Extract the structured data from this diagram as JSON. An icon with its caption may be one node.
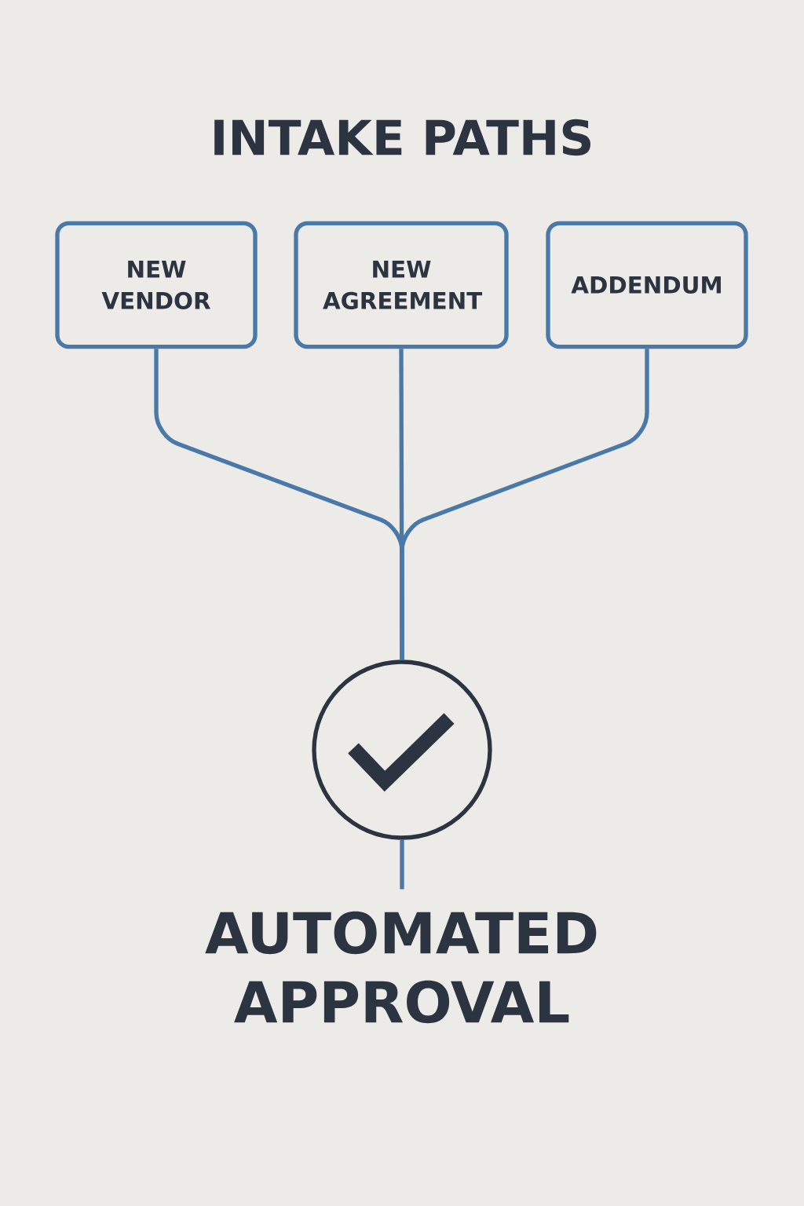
{
  "diagram": {
    "title": "INTAKE PATHS",
    "nodes": [
      {
        "text": [
          "NEW VENDOR"
        ]
      },
      {
        "text": [
          "NEW AGREEMENT"
        ]
      },
      {
        "text": [
          "ADDENDUM"
        ]
      },
      {
        "text": [],
        "shape": "circle"
      },
      {
        "text": [
          "AUTOMATED APPROVAL"
        ]
      }
    ],
    "edges": [
      {
        "from": 0,
        "to": 3,
        "arrow": "none"
      },
      {
        "from": 1,
        "to": 3,
        "arrow": "none"
      },
      {
        "from": 2,
        "to": 3,
        "arrow": "none"
      },
      {
        "from": 3,
        "to": 4,
        "arrow": "none"
      }
    ]
  }
}
